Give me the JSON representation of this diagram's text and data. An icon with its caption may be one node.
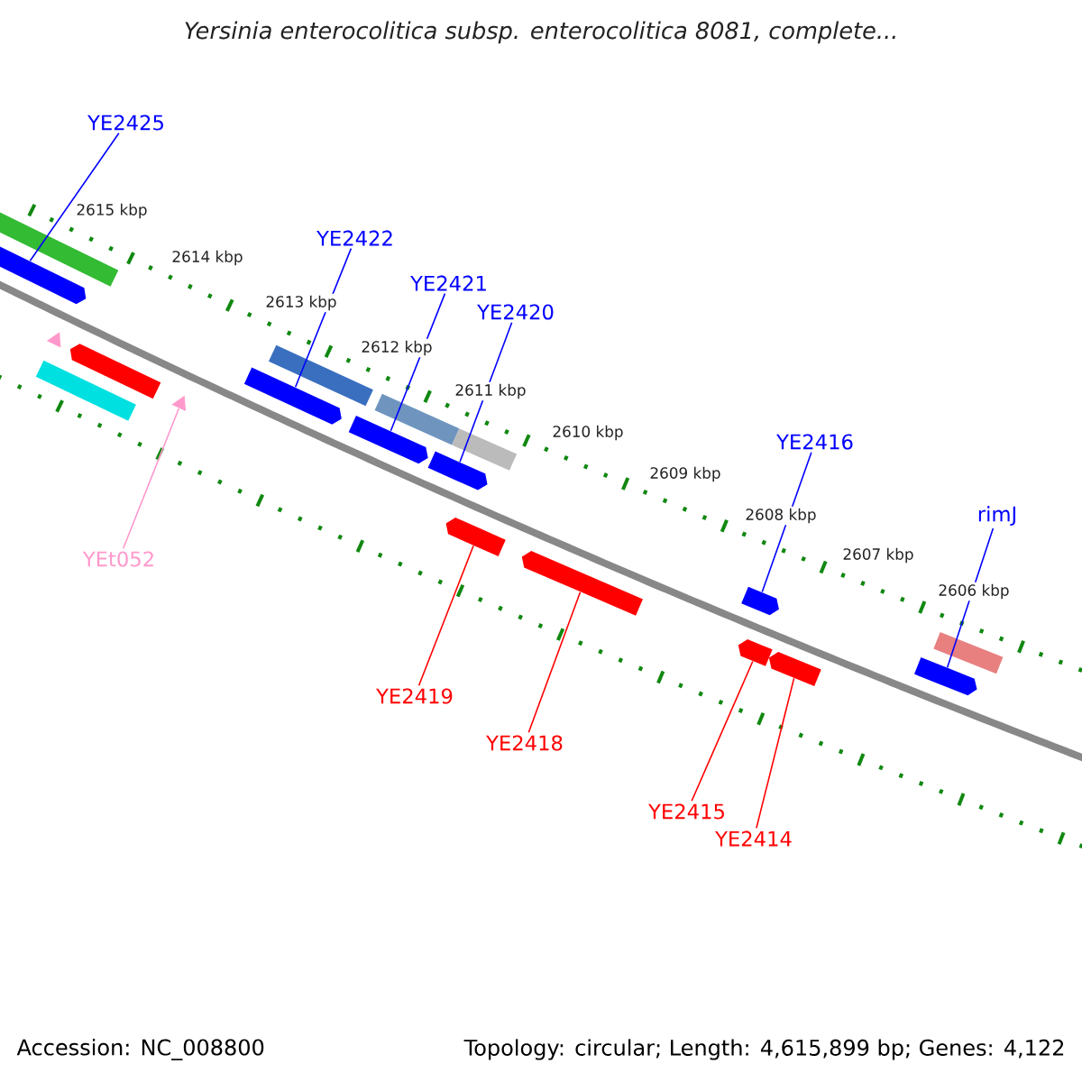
{
  "diagram": {
    "title": "Yersinia enterocolitica subsp. enterocolitica 8081, complete...",
    "nodes": [
      {
        "text": [
          "YE2425"
        ]
      },
      {
        "text": [
          "YE2422"
        ]
      },
      {
        "text": [
          "YE2421"
        ]
      },
      {
        "text": [
          "YE2420"
        ]
      },
      {
        "text": [
          "YE2416"
        ]
      },
      {
        "text": [
          "rimJ"
        ]
      },
      {
        "text": [
          "YEt052"
        ]
      },
      {
        "text": [
          "YE2419"
        ]
      },
      {
        "text": [
          "YE2418"
        ]
      },
      {
        "text": [
          "YE2415"
        ]
      },
      {
        "text": [
          "YE2414"
        ]
      },
      {
        "text": [],
        "shape": "box"
      },
      {
        "text": [],
        "shape": "box"
      },
      {
        "text": [],
        "shape": "box"
      },
      {
        "text": [],
        "shape": "box"
      },
      {
        "text": [],
        "shape": "box"
      },
      {
        "text": [],
        "shape": "box"
      },
      {
        "text": [],
        "shape": "triangle"
      },
      {
        "text": [],
        "shape": "box"
      },
      {
        "text": [],
        "shape": "box"
      },
      {
        "text": [],
        "shape": "box"
      },
      {
        "text": [],
        "shape": "box"
      }
    ],
    "edges": [
      {
        "from": 0,
        "to": 11,
        "arrow": "none"
      },
      {
        "from": 1,
        "to": 12,
        "arrow": "none"
      },
      {
        "from": 2,
        "to": 13,
        "arrow": "none"
      },
      {
        "from": 3,
        "to": 14,
        "arrow": "none"
      },
      {
        "from": 4,
        "to": 15,
        "arrow": "none"
      },
      {
        "from": 5,
        "to": 16,
        "arrow": "none"
      },
      {
        "from": 6,
        "to": 17,
        "arrow": "none",
        "color": "#ff99cc"
      },
      {
        "from": 7,
        "to": 18,
        "arrow": "none",
        "color": "#ff0000"
      },
      {
        "from": 8,
        "to": 19,
        "arrow": "none",
        "color": "#ff0000"
      },
      {
        "from": 9,
        "to": 20,
        "arrow": "none",
        "color": "#ff0000"
      },
      {
        "from": 10,
        "to": 21,
        "arrow": "none",
        "color": "#ff0000"
      }
    ],
    "labels": [
      "2615 kbp",
      "2614 kbp",
      "2613 kbp",
      "2612 kbp",
      "2611 kbp",
      "2610 kbp",
      "2609 kbp",
      "2608 kbp",
      "2607 kbp",
      "2606 kbp",
      "Accession: NC_008800",
      "Topology: circular; Length: 4,615,899 bp; Genes: 4,122"
    ]
  }
}
